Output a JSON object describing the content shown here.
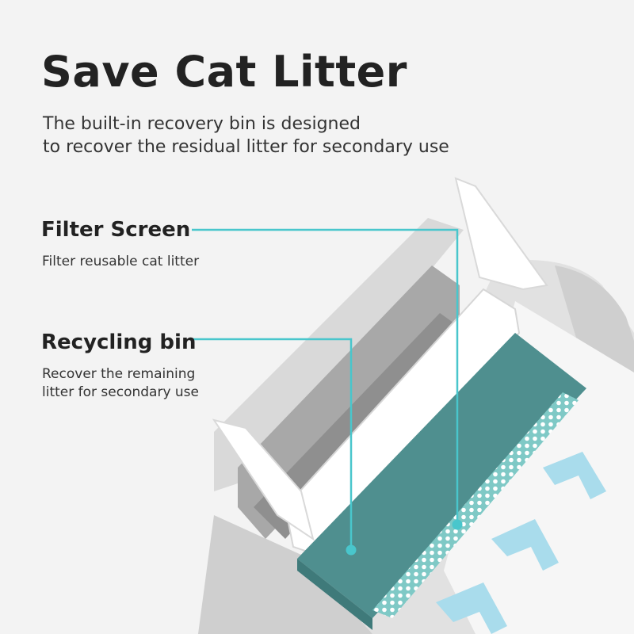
{
  "headline": "Save Cat Litter",
  "subheadline": {
    "line1": "The built-in recovery bin is designed",
    "line2": "to recover the residual litter for secondary use"
  },
  "callouts": [
    {
      "title": "Filter Screen",
      "desc_lines": [
        "Filter reusable cat litter"
      ]
    },
    {
      "title": "Recycling bin",
      "desc_lines": [
        "Recover the remaining",
        "litter for secondary use"
      ]
    }
  ],
  "colors": {
    "accent_line": "#49c6cc",
    "bin_teal": "#4f8f8f",
    "filter_teal": "#7fc9c6",
    "arrow_blue": "#9fd8ea",
    "housing_gray": "#d6d6d6"
  }
}
